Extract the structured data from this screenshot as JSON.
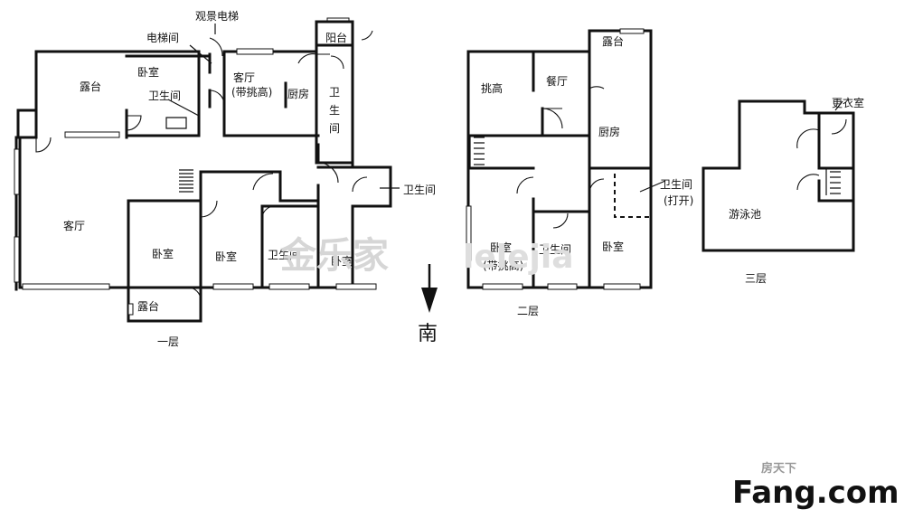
{
  "floor1": {
    "caption": "一层",
    "rooms": {
      "balcony_top": "露台",
      "bedroom_top": "卧室",
      "bath_top": "卫生间",
      "elevator_room": "电梯间",
      "sightseeing_elevator": "观景电梯",
      "living_high_1": "客厅",
      "living_high_2": "(带挑高)",
      "kitchen": "厨房",
      "balcony_small": "阳台",
      "bath_side_1": "卫",
      "bath_side_2": "生",
      "bath_side_3": "间",
      "living_main": "客厅",
      "bedroom_a": "卧室",
      "balcony_bottom": "露台",
      "bedroom_b": "卧室",
      "bath_bottom": "卫生间",
      "bedroom_c": "卧室",
      "bath_right": "卫生间"
    }
  },
  "floor2": {
    "caption": "二层",
    "rooms": {
      "double_height": "挑高",
      "dining": "餐厅",
      "balcony": "露台",
      "kitchen": "厨房",
      "bedroom_left_1": "卧室",
      "bedroom_left_2": "(带挑高)",
      "bath_mid": "卫生间",
      "bedroom_right": "卧室",
      "bath_open_1": "卫生间",
      "bath_open_2": "(打开)"
    }
  },
  "floor3": {
    "caption": "三层",
    "rooms": {
      "pool": "游泳池",
      "dressing": "更衣室"
    }
  },
  "compass": {
    "label": "南"
  },
  "watermark": {
    "brand_cn": "金乐家",
    "brand_en": "lelejia"
  },
  "source_logo": {
    "main": "Fang.com",
    "sub": "房天下"
  }
}
